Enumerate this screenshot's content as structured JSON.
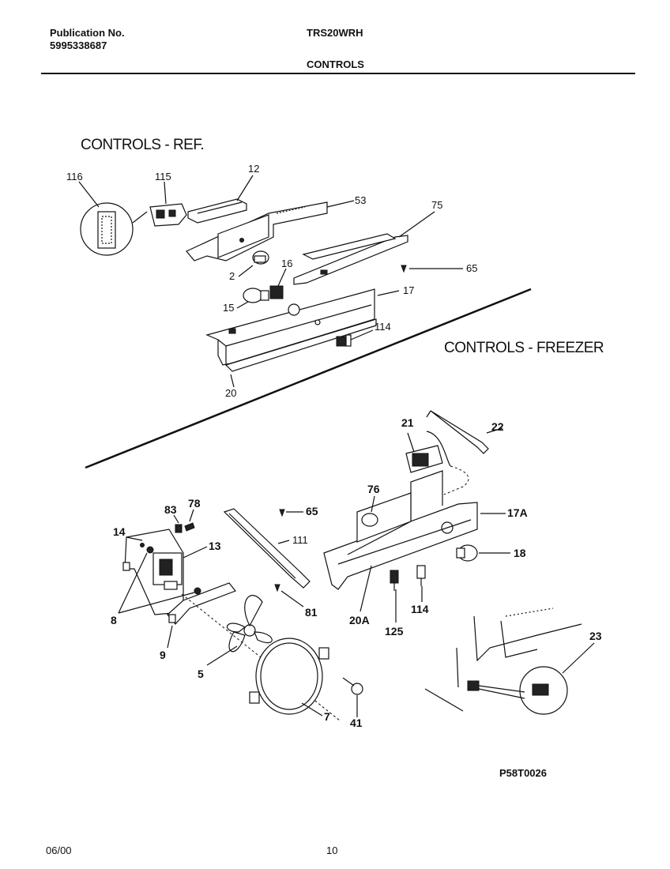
{
  "header": {
    "publication_label": "Publication No.",
    "publication_number": "5995338687",
    "model": "TRS20WRH",
    "section": "CONTROLS"
  },
  "sections": {
    "ref_title": "CONTROLS - REF.",
    "freezer_title": "CONTROLS - FREEZER"
  },
  "callouts": {
    "c116": "116",
    "c115": "115",
    "c12": "12",
    "c53": "53",
    "c75": "75",
    "c65a": "65",
    "c2": "2",
    "c16": "16",
    "c15": "15",
    "c17": "17",
    "c114a": "114",
    "c20": "20",
    "c21": "21",
    "c22": "22",
    "c76": "76",
    "c17A": "17A",
    "c18": "18",
    "c65b": "65",
    "c83": "83",
    "c78": "78",
    "c14": "14",
    "c13": "13",
    "c111": "111",
    "c8": "8",
    "c81": "81",
    "c20A": "20A",
    "c114b": "114",
    "c125": "125",
    "c9": "9",
    "c5": "5",
    "c23": "23",
    "c7": "7",
    "c41": "41"
  },
  "figure_code": "P58T0026",
  "footer": {
    "date": "06/00",
    "page": "10"
  }
}
